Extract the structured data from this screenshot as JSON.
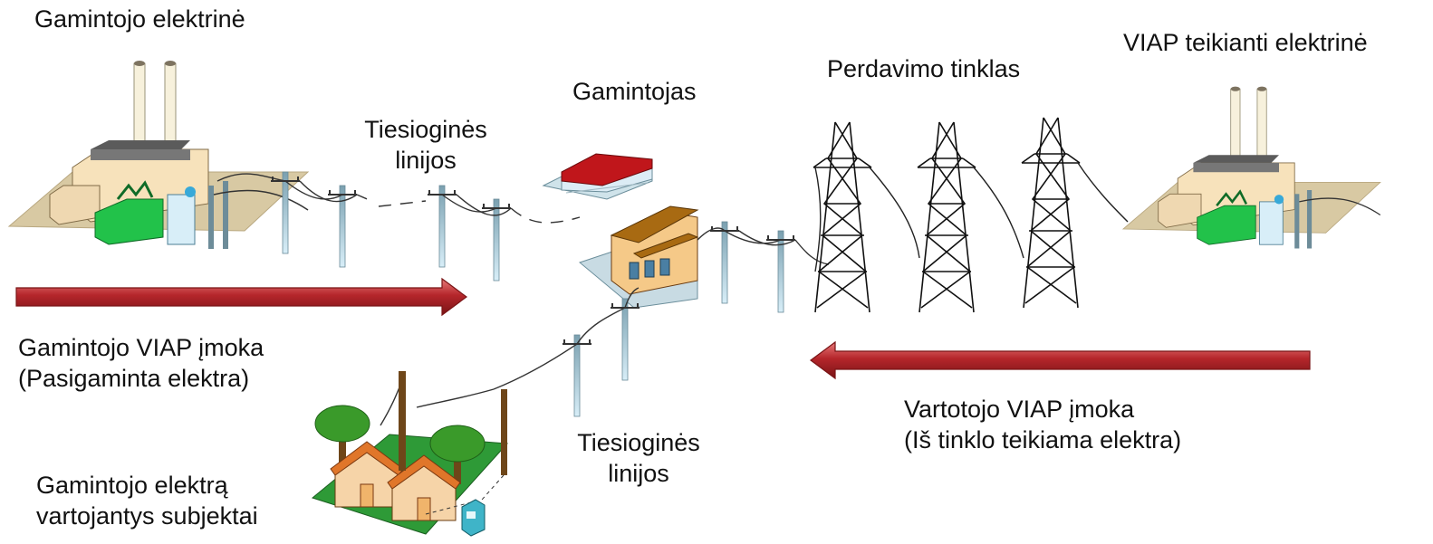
{
  "labels": {
    "producer_plant": "Gamintojo elektrinė",
    "direct_lines_top_1": "Tiesioginės",
    "direct_lines_top_2": "linijos",
    "producer": "Gamintojas",
    "transmission_grid": "Perdavimo tinklas",
    "psos_plant": "VIAP teikianti elektrinė",
    "producer_fee_1": "Gamintojo VIAP įmoka",
    "producer_fee_2": "(Pasigaminta elektra)",
    "direct_lines_bottom_1": "Tiesioginės",
    "direct_lines_bottom_2": "linijos",
    "consumers_1": "Gamintojo elektrą",
    "consumers_2": "vartojantys subjektai",
    "consumer_fee_1": "Vartotojo VIAP įmoka",
    "consumer_fee_2": "(Iš tinklo teikiama elektra)"
  },
  "colors": {
    "arrow": "#b5262b",
    "transformer": "#22c24a",
    "roof_red": "#c0161b",
    "roof_brown": "#a86a12",
    "house_roof": "#e0762a",
    "grass": "#2e9a37",
    "tree": "#3a9a2a",
    "ground": "#d8c9a3"
  },
  "icons": {
    "power_plant": "power-plant-icon",
    "utility_pole": "utility-pole-icon",
    "transmission_tower": "transmission-tower-icon",
    "factory": "factory-icon",
    "houses": "houses-icon",
    "meter": "electric-meter-icon"
  }
}
